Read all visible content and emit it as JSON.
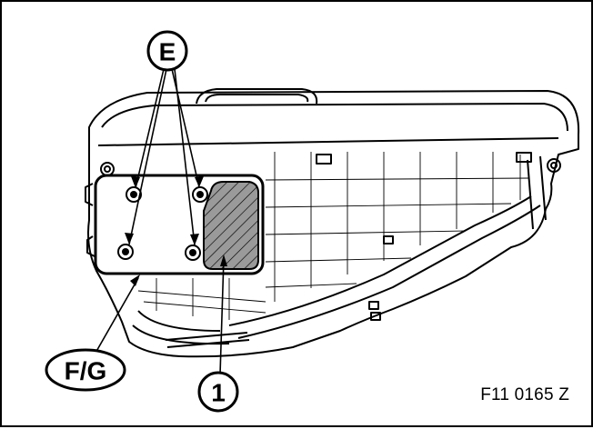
{
  "callouts": {
    "screws": "E",
    "cover_panel": "F/G",
    "marked_area": "1"
  },
  "figure_code": "F11 0165 Z",
  "colors": {
    "line": "#000000",
    "background": "#ffffff",
    "hatch_fill": "#9a9a9a"
  }
}
